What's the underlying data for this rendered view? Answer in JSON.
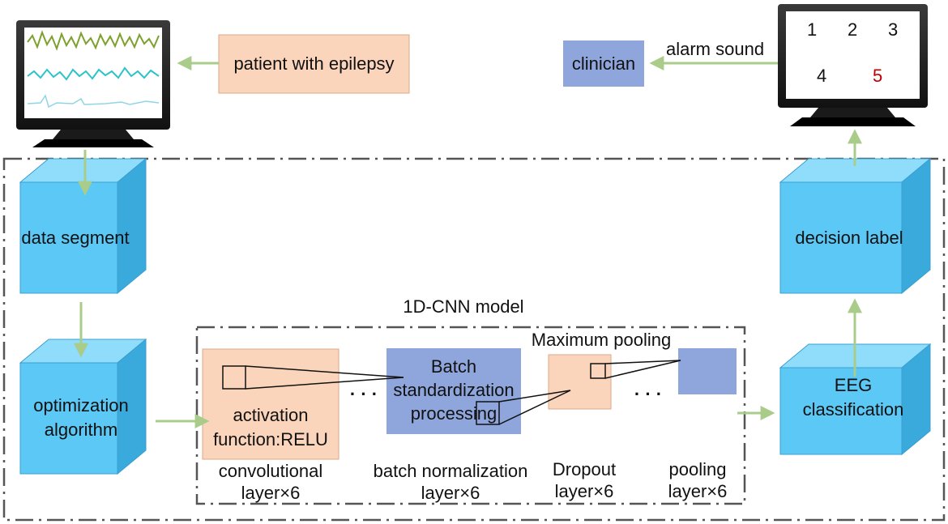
{
  "source": {
    "label": "patient with epilepsy"
  },
  "clinician": {
    "label": "clinician"
  },
  "alarm": {
    "label": "alarm sound"
  },
  "monitor_numbers": [
    "1",
    "2",
    "3",
    "4",
    "5"
  ],
  "pipeline": {
    "data_segment": "data segment",
    "optimization_line1": "optimization",
    "optimization_line2": "algorithm",
    "decision_label": "decision label",
    "eeg_line1": "EEG",
    "eeg_line2": "classification"
  },
  "model": {
    "title": "1D-CNN model",
    "activation_line1": "activation",
    "activation_line2": "function:RELU",
    "batch_line1": "Batch",
    "batch_line2": "standardization",
    "batch_line3": "processing",
    "max_pooling": "Maximum pooling",
    "conv_caption_1": "convolutional",
    "conv_caption_2": "layer×6",
    "bn_caption_1": "batch normalization",
    "bn_caption_2": "layer×6",
    "dropout_caption_1": "Dropout",
    "dropout_caption_2": "layer×6",
    "pool_caption_1": "pooling",
    "pool_caption_2": "layer×6",
    "ellipsis": "· · ·"
  },
  "colors": {
    "cube_front": "#5bc8f5",
    "cube_top": "#8fdcfb",
    "cube_side": "#3aa9dc",
    "peach": "#fbd5bb",
    "blue_box": "#8ea6dc",
    "arrow": "#a9cc8a",
    "highlight_number": "#c00000"
  }
}
